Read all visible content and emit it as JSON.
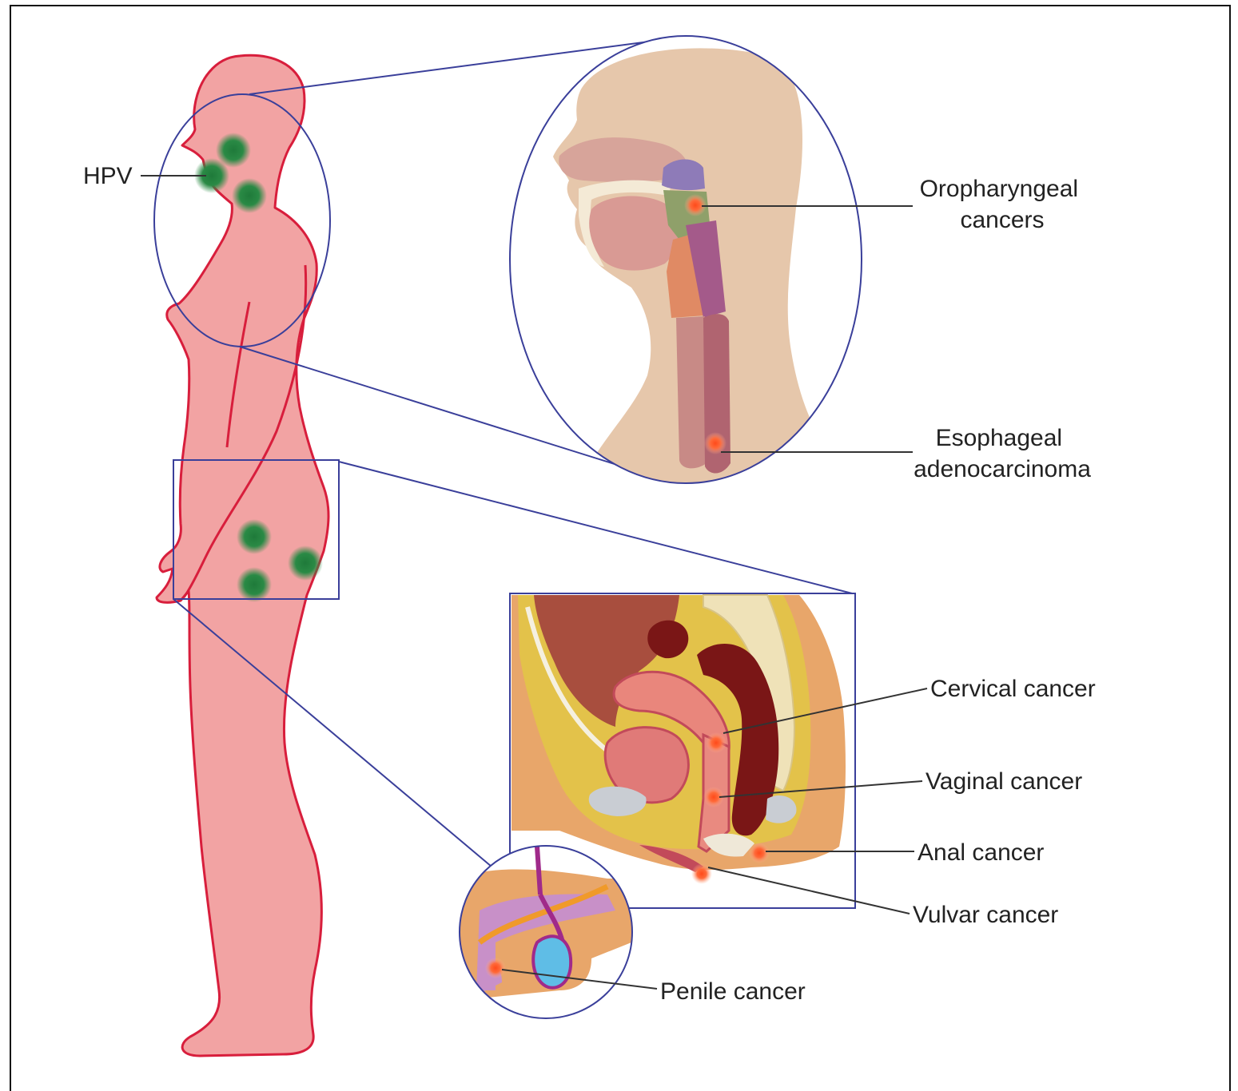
{
  "labels": {
    "hpv": "HPV",
    "oropharyngeal_line1": "Oropharyngeal",
    "oropharyngeal_line2": "cancers",
    "esophageal_line1": "Esophageal",
    "esophageal_line2": "adenocarcinoma",
    "cervical": "Cervical cancer",
    "vaginal": "Vaginal cancer",
    "anal": "Anal cancer",
    "vulvar": "Vulvar cancer",
    "penile": "Penile cancer"
  },
  "colors": {
    "body_fill": "#f2a3a3",
    "body_stroke": "#d81e3c",
    "zoom_stroke": "#3a3f9a",
    "hpv_dot": "#1f7a3a",
    "tumor_dot": "#ff4a1a",
    "leader_line": "#333333"
  },
  "icons": {
    "hpv_marker": "green-virus-dot-icon",
    "tumor_marker": "orange-tumor-dot-icon"
  }
}
